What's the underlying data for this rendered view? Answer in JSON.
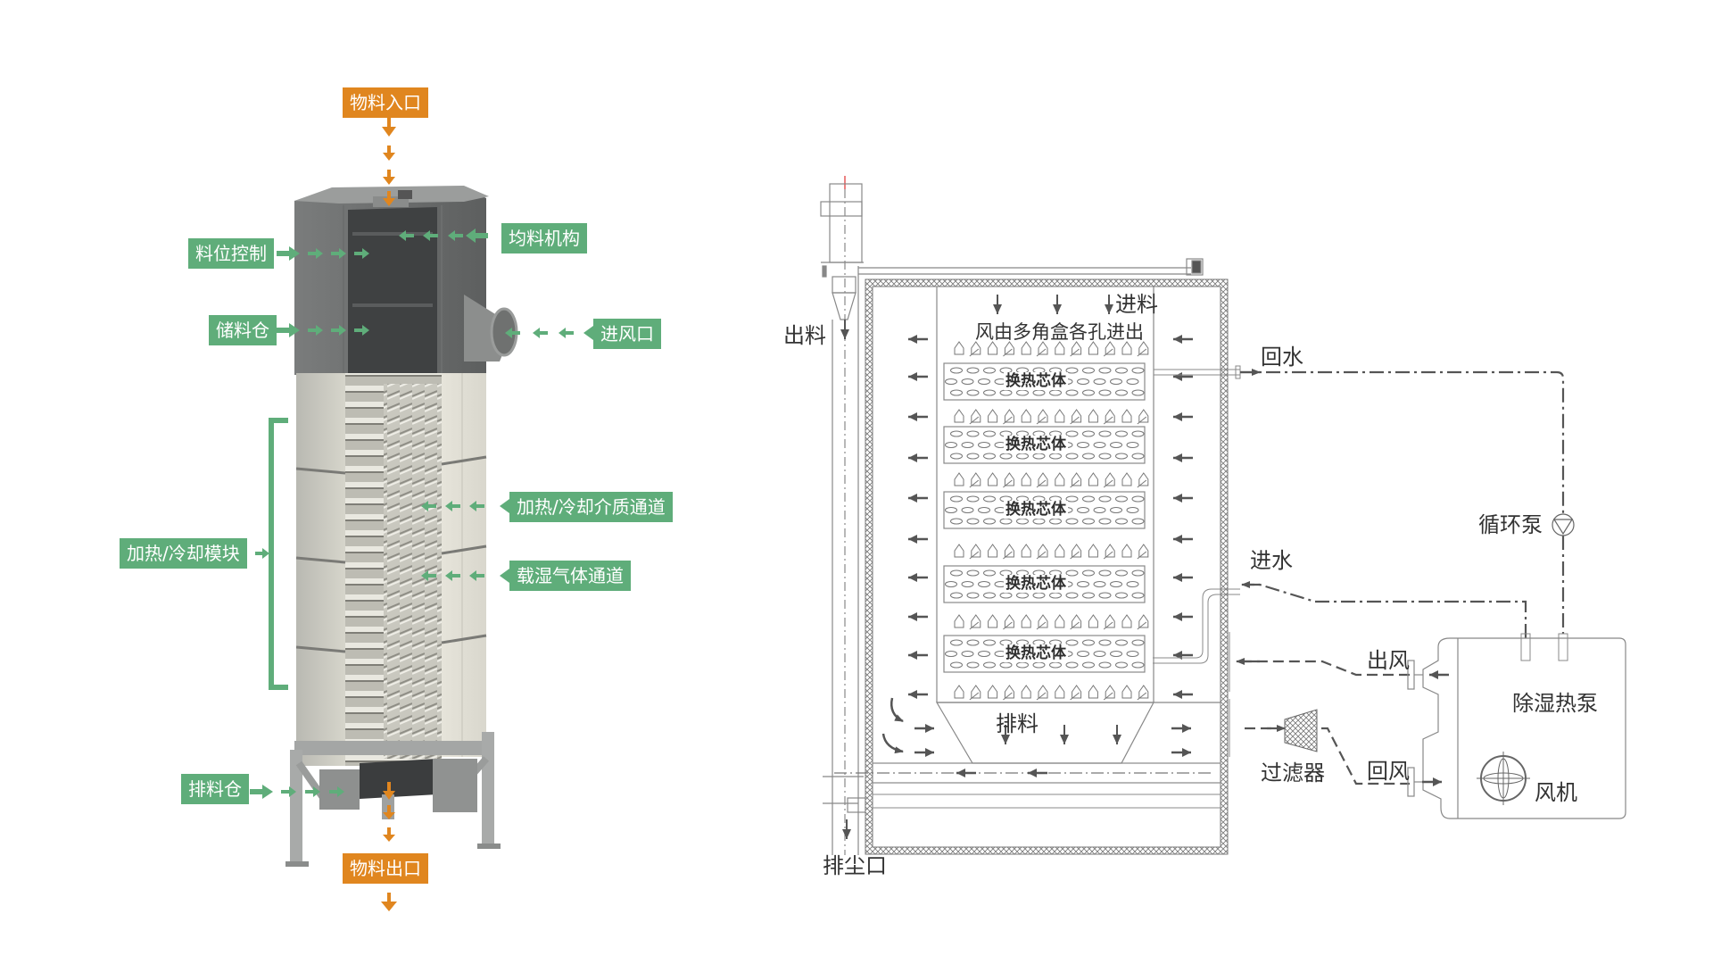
{
  "left_figure": {
    "title": "3D cutaway of dryer tower",
    "colors": {
      "green": "#5fad7a",
      "orange": "#e0861f"
    },
    "labels": {
      "material_inlet": "物料入口",
      "level_control": "料位控制",
      "distributor": "均料机构",
      "storage_bin": "储料仓",
      "air_inlet": "进风口",
      "heating_cooling_module": "加热/冷却模块",
      "medium_channel": "加热/冷却介质通道",
      "humid_gas_channel": "载湿气体通道",
      "discharge_bin": "排料仓",
      "material_outlet": "物料出口"
    }
  },
  "right_figure": {
    "title": "Process schematic",
    "labels": {
      "discharge_out": "出料",
      "feed_in": "进料",
      "air_note": "风由多角盒各孔进出",
      "core": "换热芯体",
      "return_water": "回水",
      "circulation_pump": "循环泵",
      "inlet_water": "进水",
      "air_out": "出风",
      "dehumidifier_heat_pump": "除湿热泵",
      "filter": "过滤器",
      "return_air": "回风",
      "fan": "风机",
      "discharge": "排料",
      "dust_outlet": "排尘口"
    },
    "core_count": 5
  }
}
